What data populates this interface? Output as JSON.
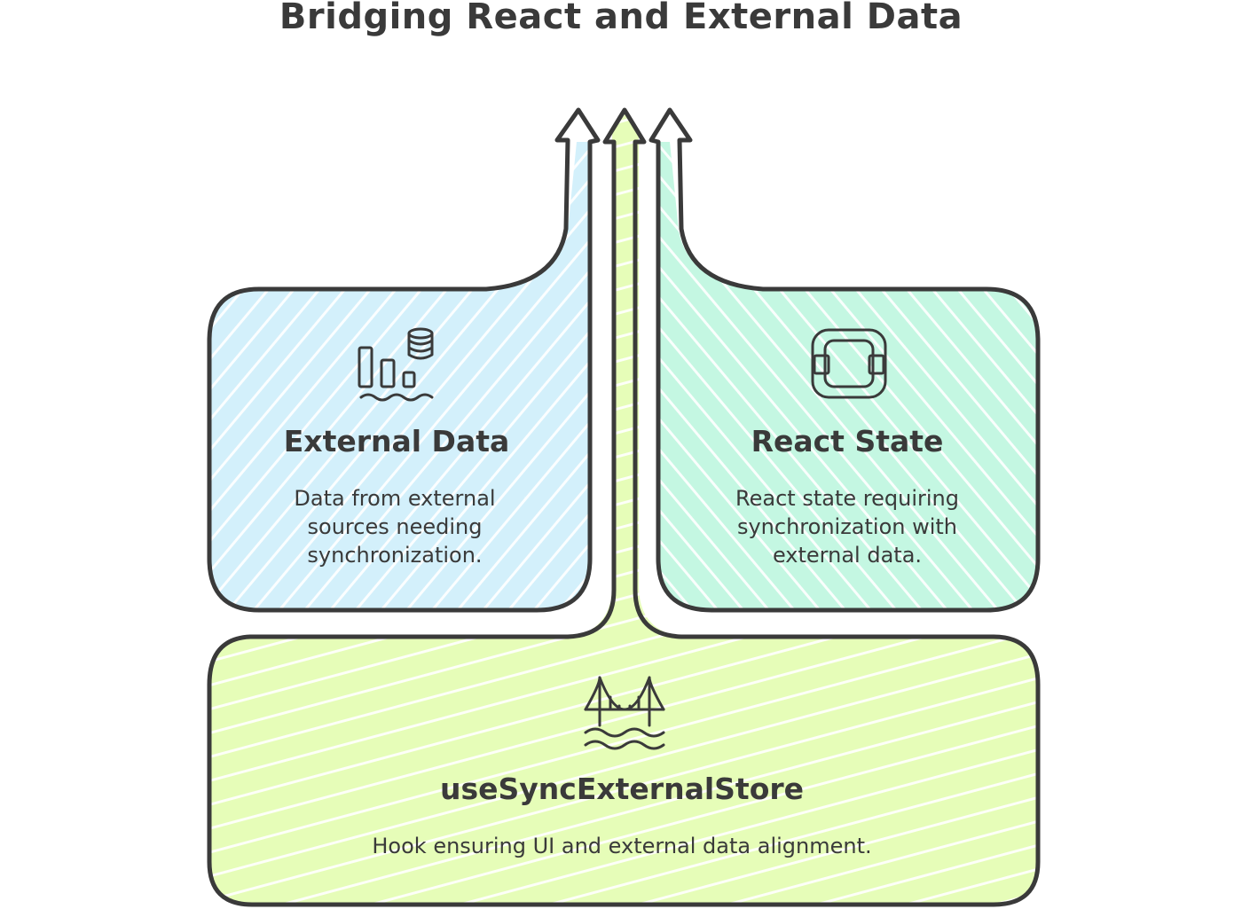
{
  "title": "Bridging React and External Data",
  "cards": {
    "external_data": {
      "icon": "data-sources-icon",
      "title": "External Data",
      "description": "Data from external sources needing synchronization.",
      "fill": "#d3f0fb"
    },
    "react_state": {
      "icon": "state-container-icon",
      "title": "React State",
      "description": "React state requiring synchronization with external data.",
      "fill": "#c4f7e2"
    },
    "hook": {
      "icon": "bridge-icon",
      "title": "useSyncExternalStore",
      "description": "Hook ensuring UI and external data alignment.",
      "fill": "#e6fdb8"
    }
  },
  "colors": {
    "outline": "#3a3a3a",
    "background": "#ffffff"
  }
}
